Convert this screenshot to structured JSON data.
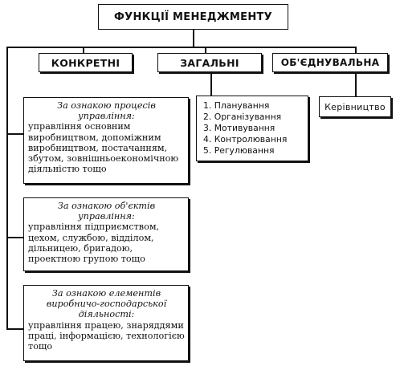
{
  "title": "ФУНКЦІЇ МЕНЕДЖМЕНТУ",
  "categories": {
    "specific": "КОНКРЕТНІ",
    "general": "ЗАГАЛЬНІ",
    "unifying": "ОБ'ЄДНУВАЛЬНА"
  },
  "specific_groups": [
    {
      "caption": "За ознакою процесів управління:",
      "text": "управління основним виробництвом, допоміжним виробництвом, постачанням, збутом, зовнішньоекономічною діяльністю тощо"
    },
    {
      "caption": "За ознакою об'єктів управління:",
      "text": "управління підприємством, цехом, службою, відділом, дільницею, бригадою, проектною групою тощо"
    },
    {
      "caption": "За ознакою елементів виробничо-господарської діяльності:",
      "text": "управління працею, знаряддями праці, інформацією, технологією тощо"
    }
  ],
  "general_items": [
    "1. Планування",
    "2. Організування",
    "3. Мотивування",
    "4. Контролювання",
    "5. Регулювання"
  ],
  "unifying_item": "Керівництво"
}
